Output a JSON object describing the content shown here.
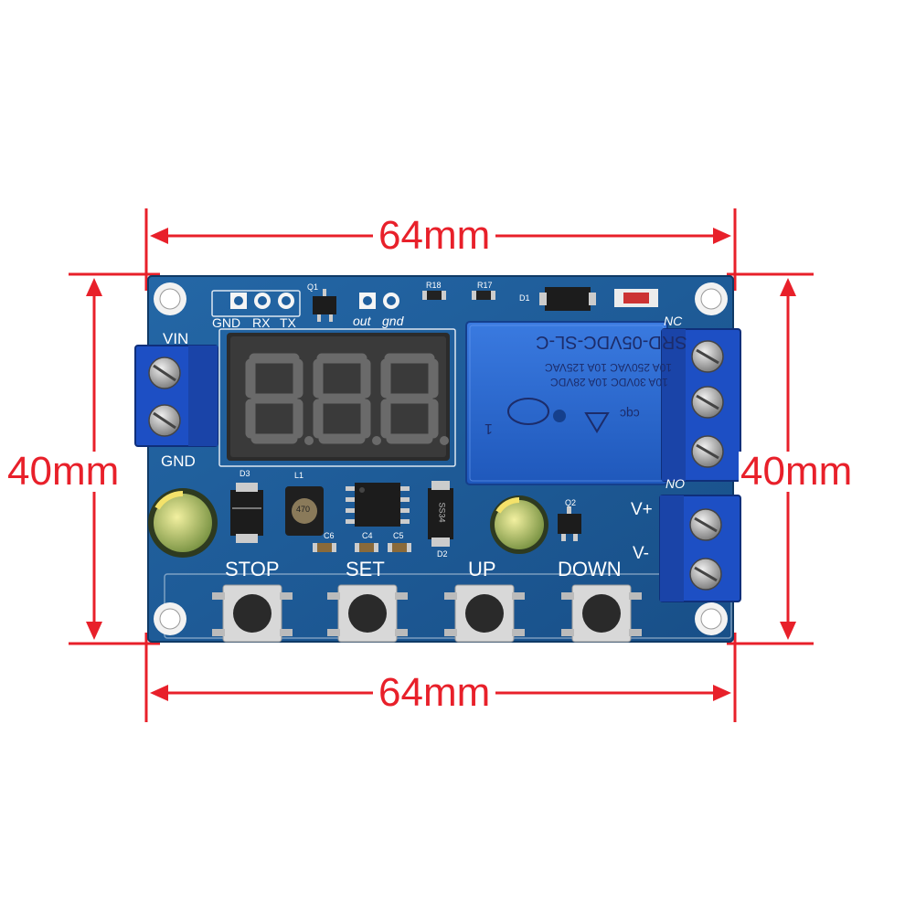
{
  "dimensions": {
    "top_width": "64mm",
    "bottom_width": "64mm",
    "left_height": "40mm",
    "right_height": "40mm"
  },
  "board": {
    "header_pins": [
      "GND",
      "RX",
      "TX"
    ],
    "output_pins": [
      "out",
      "gnd"
    ],
    "power_terminals": [
      "VIN",
      "GND"
    ],
    "relay_terminals": [
      "NC",
      "NO"
    ],
    "output_terminals": [
      "V+",
      "V-"
    ],
    "buttons": [
      "STOP",
      "SET",
      "UP",
      "DOWN"
    ],
    "component_labels": [
      "Q1",
      "R18",
      "R17",
      "D1",
      "D3",
      "L1",
      "C6",
      "C4",
      "C5",
      "D2",
      "Q2"
    ],
    "inductor_marking": "470",
    "diode_marking": "SS34",
    "display_digits": [
      "8.",
      "8.",
      "8."
    ],
    "relay": {
      "model": "SRD-05VDC-SL-C",
      "rating_1": "10A 250VAC  10A 125VAC",
      "rating_2": "10A 30VDC  10A 28VDC",
      "mark": "cqc",
      "pin_mark": "1"
    }
  },
  "colors": {
    "pcb": "#1f5f9e",
    "dimension_lines": "#e8202a",
    "terminal_blocks": "#1d4fc4",
    "relay": "#2a6ad0",
    "display": "#2a2a2a"
  }
}
